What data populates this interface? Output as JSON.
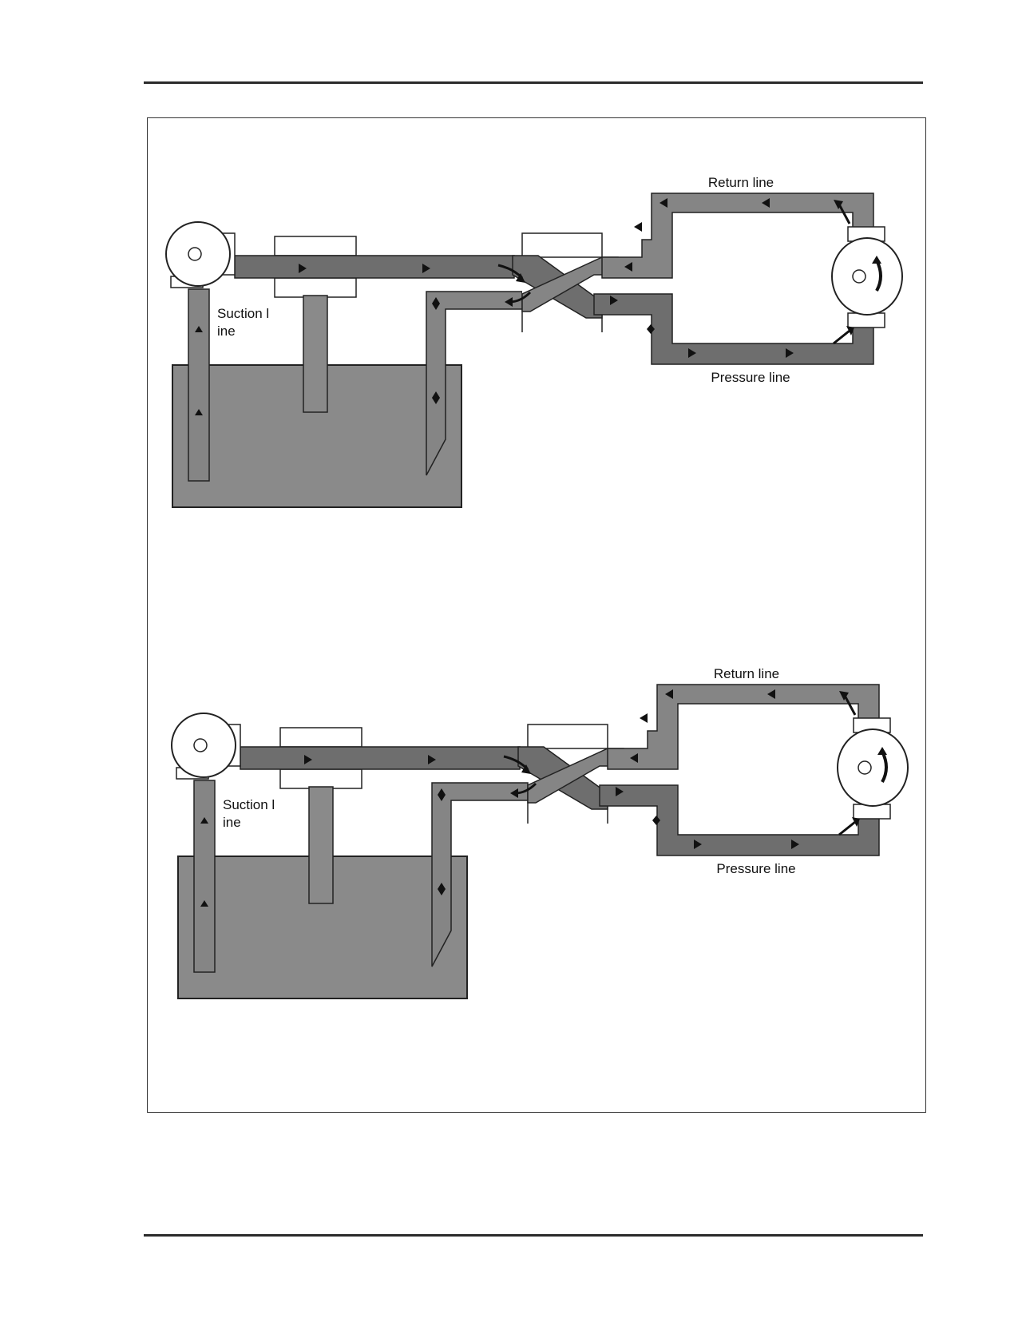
{
  "diagram_1": {
    "return_label": "Return line",
    "pressure_label": "Pressure line",
    "suction_label_line1": "Suction l",
    "suction_label_line2": "ine"
  },
  "diagram_2": {
    "return_label": "Return line",
    "pressure_label": "Pressure line",
    "suction_label_line1": "Suction l",
    "suction_label_line2": "ine"
  },
  "colors": {
    "fluid_dark": "#6e6e6e",
    "fluid_mid": "#858585",
    "tank": "#8a8a8a",
    "outline": "#222222"
  }
}
